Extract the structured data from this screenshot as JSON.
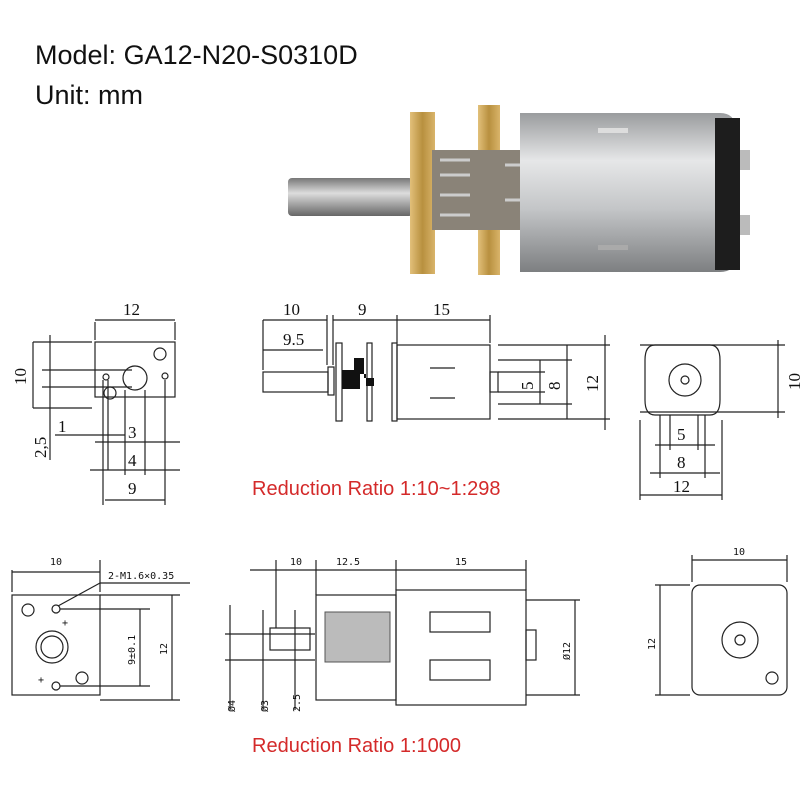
{
  "header": {
    "model_label": "Model:",
    "model": "GA12-N20-S0310D",
    "unit": "Unit: mm"
  },
  "ratios": {
    "top": "Reduction Ratio 1:10~1:298",
    "bottom": "Reduction Ratio 1:1000"
  },
  "colors": {
    "ratio_text": "#d42a2a",
    "brass": "#c9a45a",
    "can": "#c8cacc"
  },
  "dims_top": {
    "front_w": "12",
    "front_h": "10",
    "shaft_off": "2,5",
    "d1": "1",
    "d3": "3",
    "d4": "4",
    "d9": "9",
    "shaft_len": "10",
    "shaft_len2": "9.5",
    "gear_len": "9",
    "motor_len": "15",
    "d5": "5",
    "d8": "8",
    "d12": "12",
    "end_h": "10",
    "end_5": "5",
    "end_8": "8",
    "end_12": "12"
  },
  "dims_bottom": {
    "front_w": "10",
    "thread": "2-M1.6×0.35",
    "hole_spacing": "9±0.1",
    "front_h": "12",
    "shaft_len": "10",
    "gear_len": "12.5",
    "motor_len": "15",
    "d4": "Ø4",
    "d3": "Ø3",
    "flat": "2.5",
    "can_dia": "Ø12",
    "end_w": "10",
    "end_h": "12"
  }
}
